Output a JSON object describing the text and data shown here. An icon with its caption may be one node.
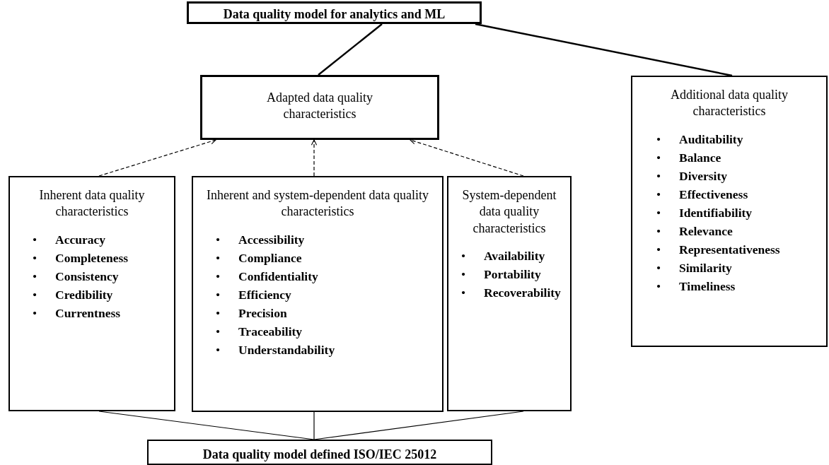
{
  "diagram": {
    "nodes": [
      {
        "text": [
          "Data quality model for analytics and ML"
        ]
      },
      {
        "text": [
          "Adapted data quality characteristics"
        ]
      },
      {
        "text": [
          "Additional data quality characteristics",
          "Auditability",
          "Balance",
          "Diversity",
          "Effectiveness",
          "Identifiability",
          "Relevance",
          "Representativeness",
          "Similarity",
          "Timeliness"
        ]
      },
      {
        "text": [
          "Inherent data quality characteristics",
          "Accuracy",
          "Completeness",
          "Consistency",
          "Credibility",
          "Currentness"
        ]
      },
      {
        "text": [
          "Inherent and system-dependent data quality characteristics",
          "Accessibility",
          "Compliance",
          "Confidentiality",
          "Efficiency",
          "Precision",
          "Traceability",
          "Understandability"
        ]
      },
      {
        "text": [
          "System-dependent data quality characteristics",
          "Availability",
          "Portability",
          "Recoverability"
        ]
      },
      {
        "text": [
          "Data quality model defined ISO/IEC 25012"
        ]
      }
    ],
    "edges": [
      {
        "from": 0,
        "to": 1,
        "arrow": "none"
      },
      {
        "from": 0,
        "to": 2,
        "arrow": "none"
      },
      {
        "from": 3,
        "to": 1,
        "arrow": "to",
        "style": "dashed"
      },
      {
        "from": 4,
        "to": 1,
        "arrow": "to",
        "style": "dashed"
      },
      {
        "from": 5,
        "to": 1,
        "arrow": "to",
        "style": "dashed"
      },
      {
        "from": 6,
        "to": 3,
        "arrow": "none"
      },
      {
        "from": 6,
        "to": 4,
        "arrow": "none"
      },
      {
        "from": 6,
        "to": 5,
        "arrow": "none"
      }
    ],
    "labels": [
      "•",
      "•",
      "•",
      "•",
      "•",
      "•",
      "•",
      "•",
      "•",
      "•",
      "•",
      "•",
      "•",
      "•",
      "•",
      "•",
      "•",
      "•",
      "•",
      "•",
      "•",
      "•",
      "•",
      "•"
    ]
  }
}
